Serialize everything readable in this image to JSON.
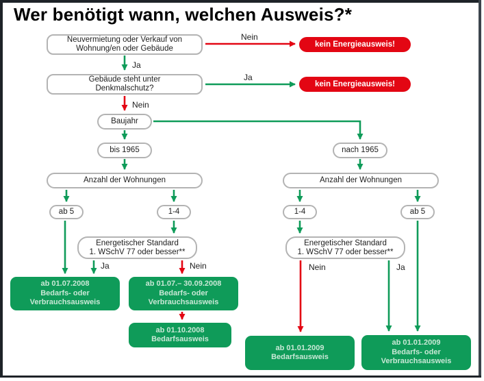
{
  "title": "Wer benötigt wann, welchen Ausweis?*",
  "colors": {
    "green": "#0f9b59",
    "red": "#e30613",
    "result_text": "#c9e8d6",
    "node_border": "#b3b3b3",
    "frame": "#1e2328"
  },
  "nodes": {
    "q1": "Neuvermietung oder Verkauf von\nWohnung/en oder Gebäude",
    "stop1": "kein Energieausweis!",
    "q2": "Gebäude steht unter\nDenkmalschutz?",
    "stop2": "kein Energieausweis!",
    "baujahr": "Baujahr",
    "bis1965": "bis 1965",
    "nach1965": "nach 1965",
    "anzahl_left": "Anzahl der Wohnungen",
    "anzahl_right": "Anzahl der Wohnungen",
    "ab5_left": "ab 5",
    "r14_left": "1-4",
    "r14_right": "1-4",
    "ab5_right": "ab 5",
    "std_left": "Energetischer Standard\n1. WSchV 77 oder besser**",
    "std_right": "Energetischer Standard\n1. WSchV 77 oder besser**",
    "result_a": "ab 01.07.2008\nBedarfs- oder\nVerbrauchsausweis",
    "result_b": "ab 01.07.– 30.09.2008\nBedarfs- oder\nVerbrauchsausweis",
    "result_c": "ab 01.10.2008\nBedarfsausweis",
    "result_d": "ab 01.01.2009\nBedarfsausweis",
    "result_e": "ab 01.01.2009\nBedarfs- oder\nVerbrauchsausweis"
  },
  "labels": {
    "q1_no": "Nein",
    "q1_yes": "Ja",
    "q2_yes": "Ja",
    "q2_no": "Nein",
    "std_left_yes": "Ja",
    "std_left_no": "Nein",
    "std_right_no": "Nein",
    "std_right_yes": "Ja"
  }
}
